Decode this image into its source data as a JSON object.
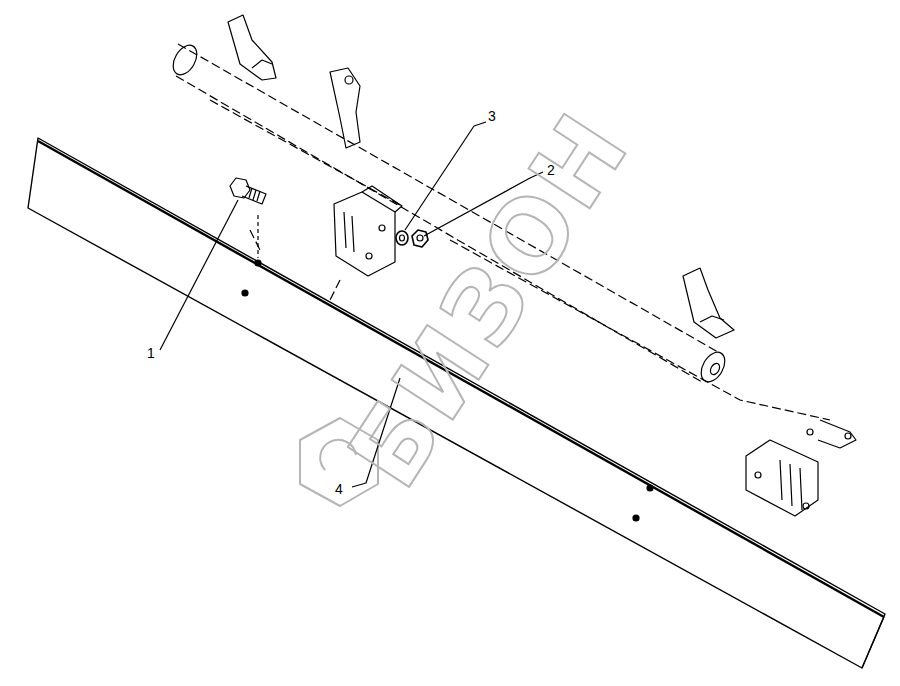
{
  "diagram": {
    "labels": [
      "1",
      "2",
      "3",
      "4",
      "БИЗОН"
    ]
  }
}
